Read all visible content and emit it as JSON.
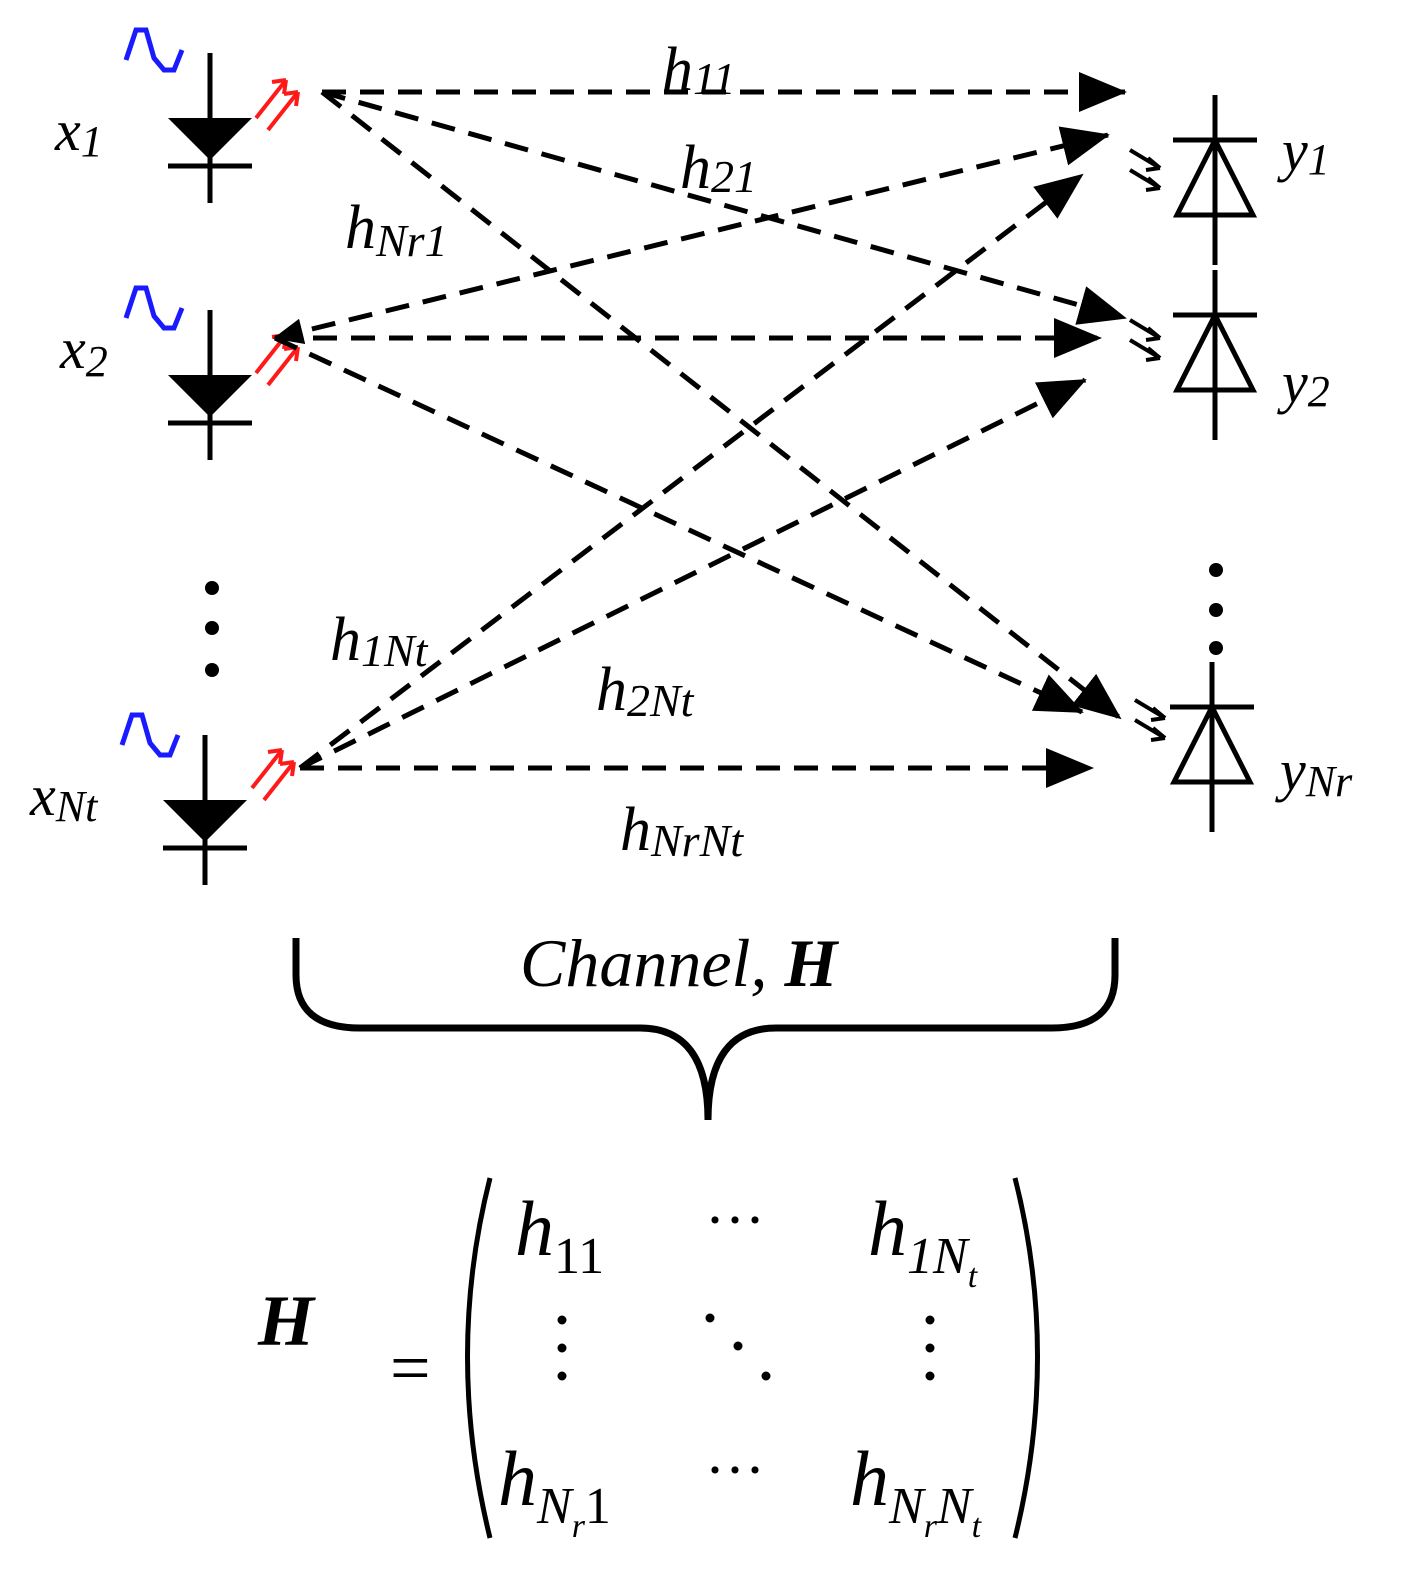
{
  "transmitters": [
    {
      "base": "x",
      "sub": "1"
    },
    {
      "base": "x",
      "sub": "2"
    },
    {
      "base": "x",
      "sub": "Nt"
    }
  ],
  "receivers": [
    {
      "base": "y",
      "sub": "1"
    },
    {
      "base": "y",
      "sub": "2"
    },
    {
      "base": "y",
      "sub": "Nr"
    }
  ],
  "links": [
    {
      "base": "h",
      "sub": "11"
    },
    {
      "base": "h",
      "sub": "21"
    },
    {
      "base": "h",
      "sub": "Nr1"
    },
    {
      "base": "h",
      "sub": "1Nt"
    },
    {
      "base": "h",
      "sub": "2Nt"
    },
    {
      "base": "h",
      "sub": "NrNt"
    }
  ],
  "brace_label": {
    "text": "Channel, ",
    "symbol": "H"
  },
  "matrix": {
    "lhs": "H",
    "equals": "=",
    "h": "h",
    "e11": "11",
    "e1n_main": "1N",
    "e1n_sub": "t",
    "en1_N": "N",
    "en1_r": "r",
    "en1_1": "1",
    "enn_N": "N",
    "enn_r": "r",
    "enn_N2": "N",
    "enn_t": "t",
    "hdots": "···"
  },
  "icon_names": [
    "led-emitter-icon",
    "photodiode-icon",
    "sine-wave-icon",
    "light-emission-arrow-icon",
    "light-reception-arrow-icon"
  ],
  "colors": {
    "signal": "#1a1aff",
    "emission": "#ff1a1a",
    "ink": "#000000"
  }
}
